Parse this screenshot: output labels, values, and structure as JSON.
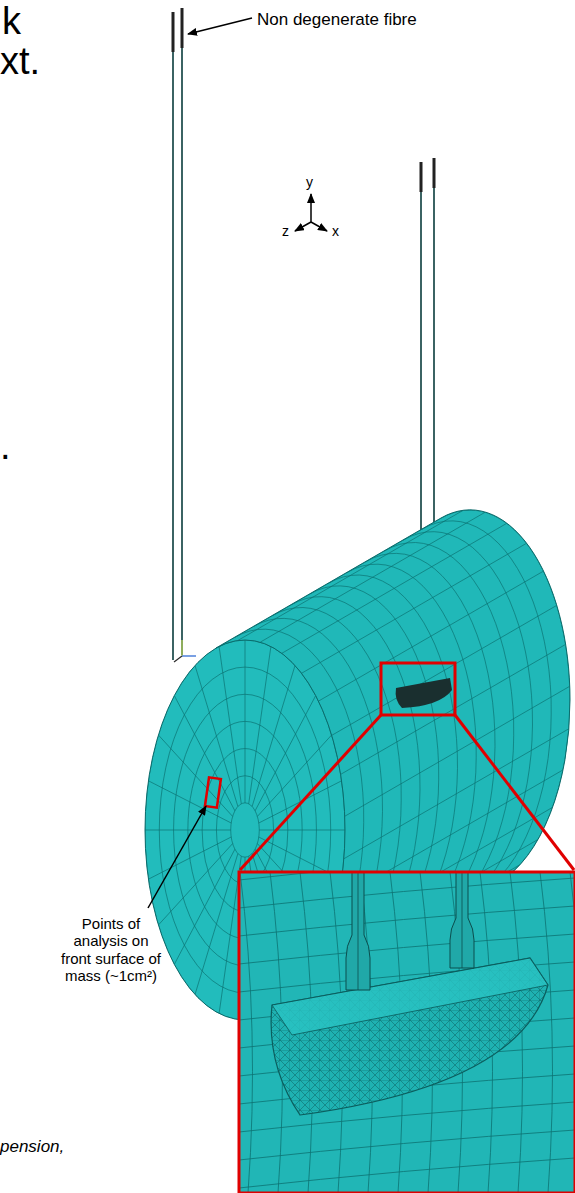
{
  "diagram": {
    "labels": [
      "k",
      "xt.",
      "Non degenerate fibre",
      "y",
      "z",
      "x",
      ".",
      "Points of analysis on front surface of mass (~1cm²)",
      "pension,"
    ]
  }
}
